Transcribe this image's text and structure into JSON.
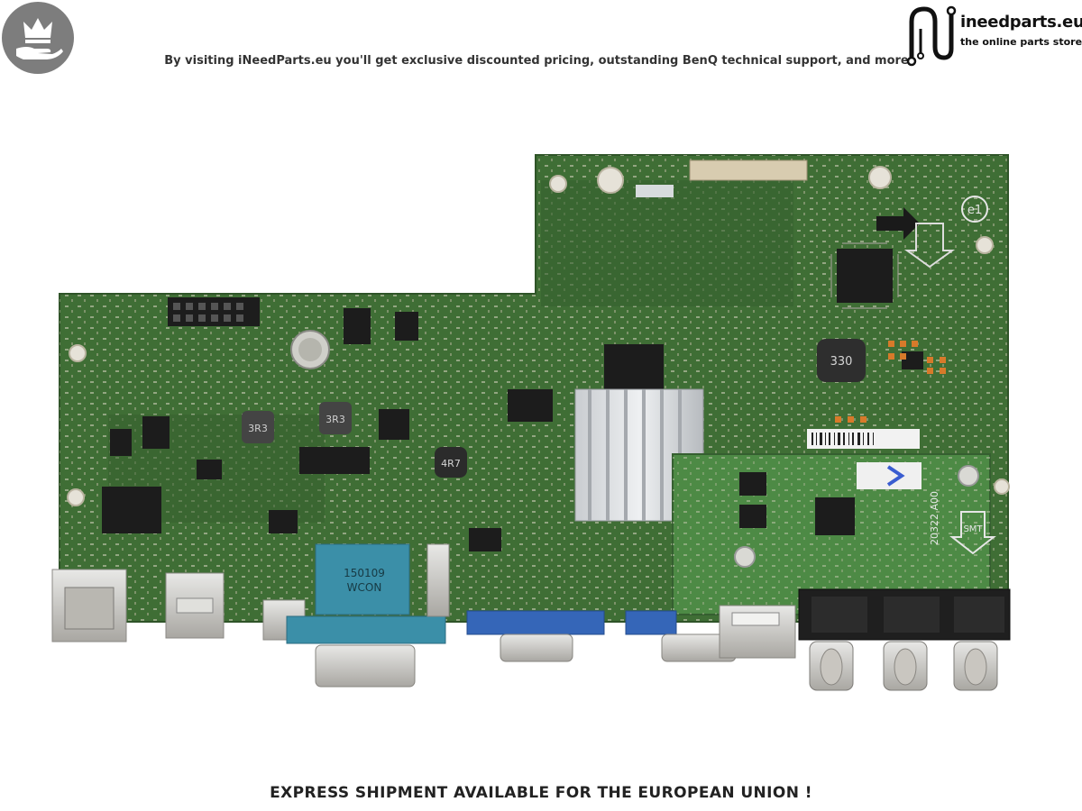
{
  "header": {
    "tagline": "By visiting iNeedParts.eu you'll get exclusive discounted pricing, outstanding BenQ technical support, and more",
    "badge_icon": "crown-hand-icon",
    "brand": {
      "name": "ineedparts.eu",
      "subtitle": "the online parts store",
      "logo_icon": "circuit-n-logo-icon"
    }
  },
  "board": {
    "ic_labels": {
      "inductor_1": "3R3",
      "inductor_2": "3R3",
      "inductor_3": "4R7",
      "inductor_4": "330",
      "video_connector_line1": "150109",
      "video_connector_line2": "WCON",
      "sub_board_code": "20322 A00",
      "smt_marker": "SMT",
      "corner_mark": "e1"
    },
    "colors": {
      "pcb": "#3f6e35",
      "pcb_sub": "#4d8a45",
      "connector_blue": "#3566b8",
      "teal_connector": "#3b8fa8"
    }
  },
  "footer": {
    "notice": "EXPRESS SHIPMENT AVAILABLE FOR THE EUROPEAN UNION !"
  }
}
